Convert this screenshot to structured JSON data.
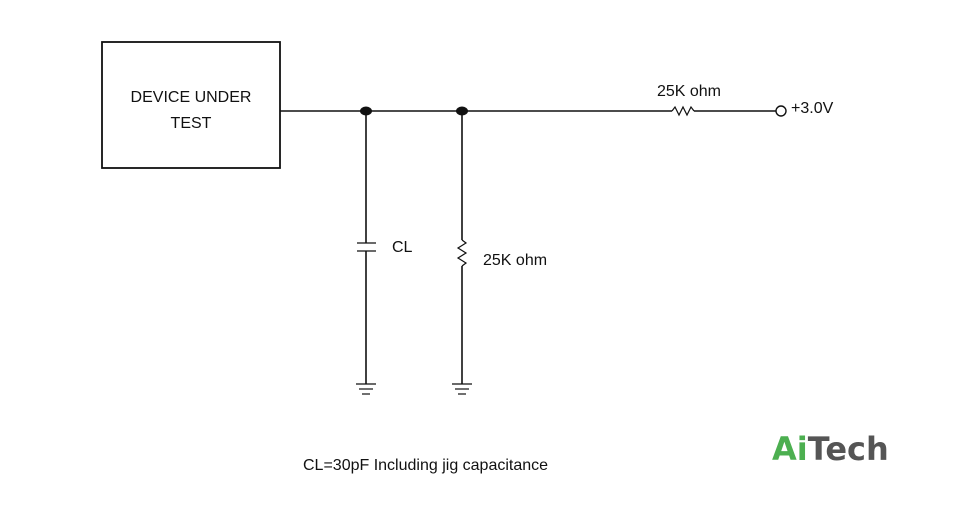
{
  "device_box": {
    "line1": "DEVICE UNDER",
    "line2": "TEST"
  },
  "series_resistor": {
    "label": "25K ohm"
  },
  "supply_terminal": {
    "label": "+3.0V"
  },
  "load_capacitor": {
    "label": "CL"
  },
  "shunt_resistor": {
    "label": "25K ohm"
  },
  "note": "CL=30pF Including jig capacitance",
  "logo": {
    "part1": "Ai",
    "part2": "Tech",
    "color1": "#4caf50",
    "color2": "#555555"
  },
  "colors": {
    "line": "#111111",
    "background": "#ffffff"
  }
}
